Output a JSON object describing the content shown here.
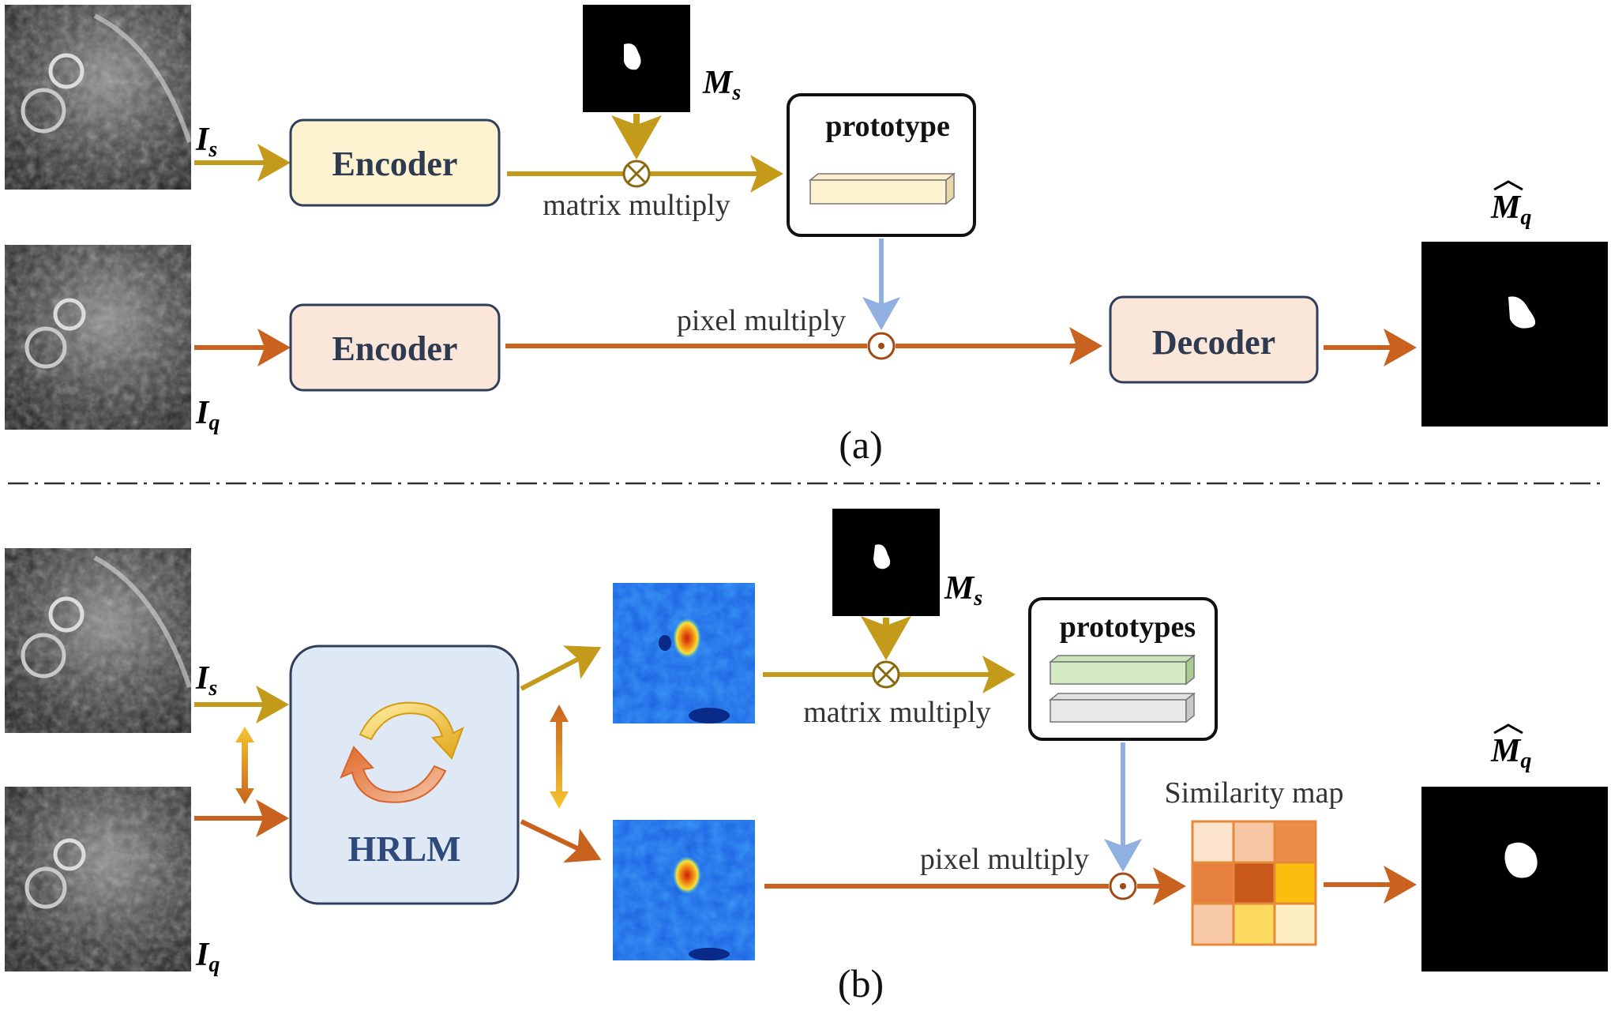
{
  "panel_a": {
    "support_image_label": "I",
    "support_image_sub": "s",
    "query_image_label": "I",
    "query_image_sub": "q",
    "encoder_support": "Encoder",
    "encoder_query": "Encoder",
    "mask_label": "M",
    "mask_sub": "s",
    "matrix_multiply": "matrix multiply",
    "prototype": "prototype",
    "pixel_multiply": "pixel multiply",
    "decoder": "Decoder",
    "output_label": "M",
    "output_sub": "q",
    "caption": "(a)"
  },
  "panel_b": {
    "support_image_label": "I",
    "support_image_sub": "s",
    "query_image_label": "I",
    "query_image_sub": "q",
    "hrlm": "HRLM",
    "mask_label": "M",
    "mask_sub": "s",
    "matrix_multiply": "matrix multiply",
    "prototypes": "prototypes",
    "pixel_multiply": "pixel multiply",
    "similarity_map": "Similarity map",
    "output_label": "M",
    "output_sub": "q",
    "caption": "(b)"
  },
  "colors": {
    "support_path": "#c49a1a",
    "query_path": "#c8621e",
    "prototype_link": "#8fb0e0",
    "encoder_support_fill": "#fdf3d0",
    "encoder_query_fill": "#fbe6da",
    "hrlm_fill": "#dfe9f5",
    "box_stroke": "#2f3f5c",
    "text_dark": "#2e3a50"
  },
  "similarity_map_cells": [
    [
      "#fbe3cc",
      "#f7c7a3",
      "#ea8c4a"
    ],
    [
      "#e5803f",
      "#c8591a",
      "#fbbd0e"
    ],
    [
      "#f8c9a6",
      "#fcd95f",
      "#fdeec4"
    ]
  ]
}
